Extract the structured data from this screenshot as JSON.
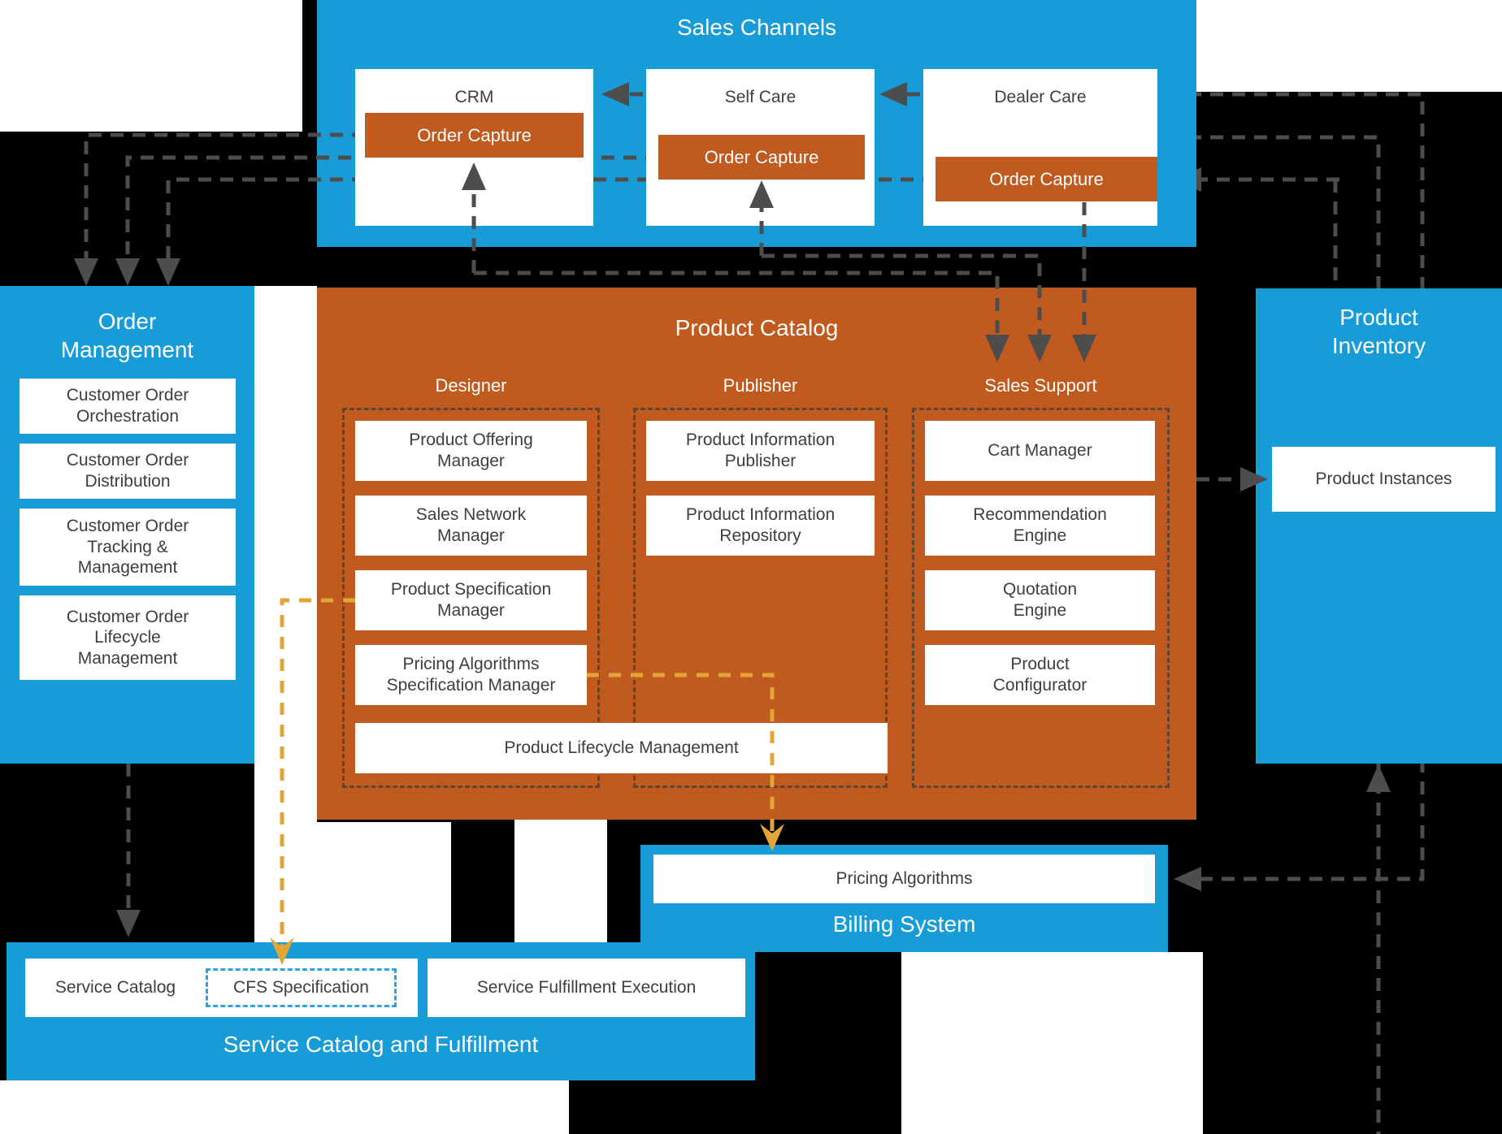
{
  "colors": {
    "panel_blue": "#189cd8",
    "panel_orange": "#c05a1f",
    "connector_gray": "#4d4d4d",
    "connector_yellow": "#e2a636",
    "cfs_border_blue": "#2ba6e0",
    "text_dark": "#3e3e3e",
    "text_light": "#ffffff"
  },
  "sales_channels": {
    "title": "Sales Channels",
    "channels": [
      {
        "name": "CRM",
        "capture_label": "Order Capture"
      },
      {
        "name": "Self Care",
        "capture_label": "Order Capture"
      },
      {
        "name": "Dealer Care",
        "capture_label": "Order Capture"
      }
    ]
  },
  "order_management": {
    "title": "Order Management",
    "items": [
      {
        "label": "Customer Order Orchestration"
      },
      {
        "label": "Customer Order Distribution"
      },
      {
        "label": "Customer Order Tracking & Management"
      },
      {
        "label": "Customer Order Lifecycle Management"
      }
    ]
  },
  "product_catalog": {
    "title": "Product Catalog",
    "columns": [
      {
        "header": "Designer",
        "items": [
          {
            "label": "Product Offering Manager"
          },
          {
            "label": "Sales Network Manager"
          },
          {
            "label": "Product Specification Manager"
          },
          {
            "label": "Pricing Algorithms Specification Manager"
          }
        ]
      },
      {
        "header": "Publisher",
        "items": [
          {
            "label": "Product Information Publisher"
          },
          {
            "label": "Product Information Repository"
          }
        ]
      },
      {
        "header": "Sales Support",
        "items": [
          {
            "label": "Cart Manager"
          },
          {
            "label": "Recommendation Engine"
          },
          {
            "label": "Quotation Engine"
          },
          {
            "label": "Product Configurator"
          }
        ]
      }
    ],
    "wide_item": {
      "label": "Product Lifecycle Management"
    }
  },
  "product_inventory": {
    "title": "Product Inventory",
    "item": {
      "label": "Product Instances"
    }
  },
  "billing_system": {
    "title": "Billing System",
    "item": {
      "label": "Pricing Algorithms"
    }
  },
  "service_fulfillment": {
    "title": "Service Catalog and Fulfillment",
    "service_catalog_label": "Service Catalog",
    "cfs_label": "CFS Specification",
    "execution_label": "Service Fulfillment Execution"
  }
}
